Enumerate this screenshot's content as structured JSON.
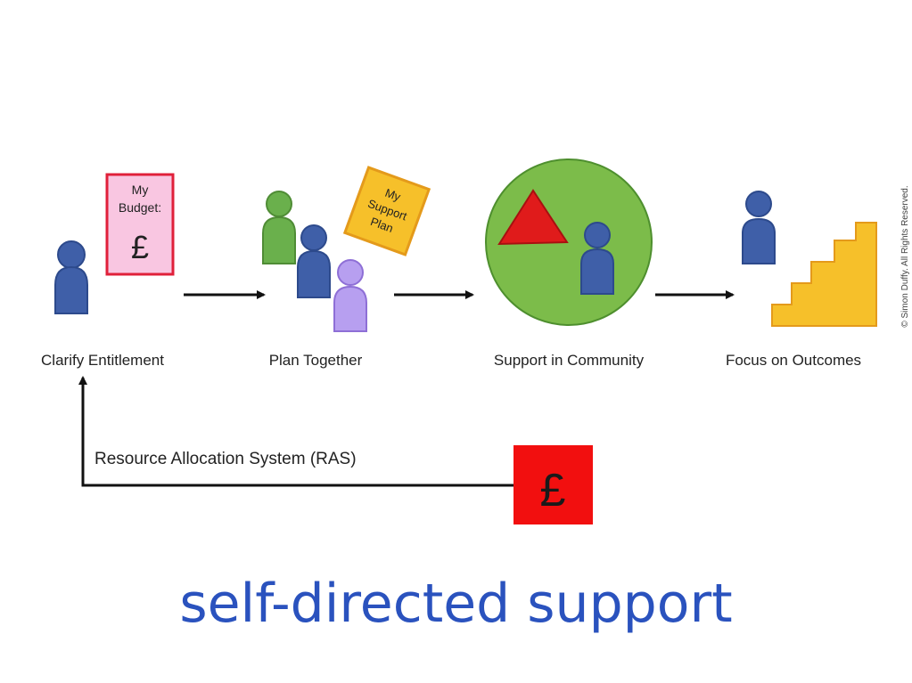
{
  "diagram": {
    "steps": [
      {
        "label": "Clarify Entitlement"
      },
      {
        "label": "Plan Together"
      },
      {
        "label": "Support in Community"
      },
      {
        "label": "Focus on Outcomes"
      }
    ],
    "budget_card": {
      "line1": "My",
      "line2": "Budget:",
      "symbol": "£"
    },
    "plan_card": {
      "line1": "My",
      "line2": "Support",
      "line3": "Plan"
    },
    "feedback": {
      "label": "Resource Allocation System (RAS)",
      "symbol": "£"
    },
    "copyright": "© Simon Duffy. All Rights Reserved."
  },
  "title": "self-directed support",
  "colors": {
    "person_blue": "#3f5fa8",
    "person_green": "#6ab04c",
    "person_purple": "#b79ff0",
    "budget_card_fill": "#f9c6e1",
    "budget_card_border": "#e0203a",
    "plan_card_fill": "#f6c02a",
    "plan_card_border": "#e49a1b",
    "community_circle": "#7cbc4a",
    "community_border": "#4e8f2e",
    "triangle": "#e01b1b",
    "stairs": "#f6c02a",
    "ras_box": "#f20f0f",
    "title_blue": "#2a52be"
  }
}
